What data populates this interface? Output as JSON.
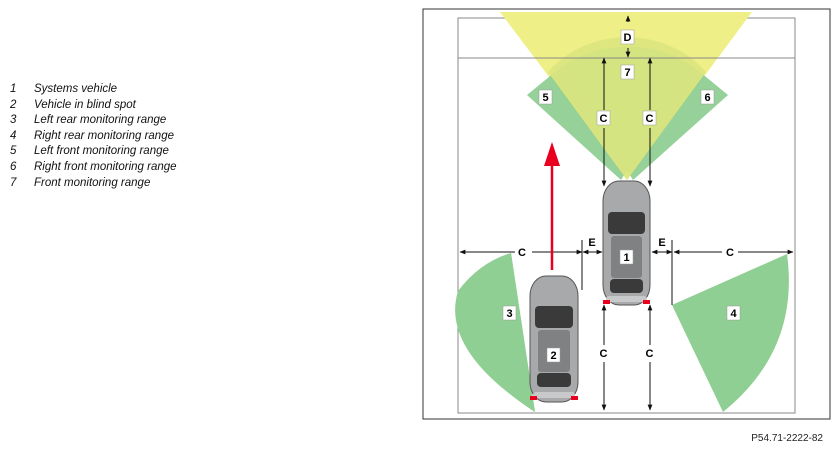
{
  "legend": [
    {
      "num": "1",
      "text": "Systems vehicle"
    },
    {
      "num": "2",
      "text": "Vehicle in blind spot"
    },
    {
      "num": "3",
      "text": "Left rear monitoring range"
    },
    {
      "num": "4",
      "text": "Right rear monitoring range"
    },
    {
      "num": "5",
      "text": "Left front monitoring range"
    },
    {
      "num": "6",
      "text": "Right front monitoring range"
    },
    {
      "num": "7",
      "text": "Front monitoring range"
    }
  ],
  "labels": {
    "D": "D",
    "C": "C",
    "E": "E",
    "zone1": "1",
    "zone2": "2",
    "zone3": "3",
    "zone4": "4",
    "zone5": "5",
    "zone6": "6",
    "zone7": "7"
  },
  "caption": "P54.71-2222-82",
  "colors": {
    "green_zone": "#8fcf93",
    "yellow_zone": "#eeef86",
    "arrow_red": "#e8001e",
    "car_body": "#a7a9ab"
  }
}
